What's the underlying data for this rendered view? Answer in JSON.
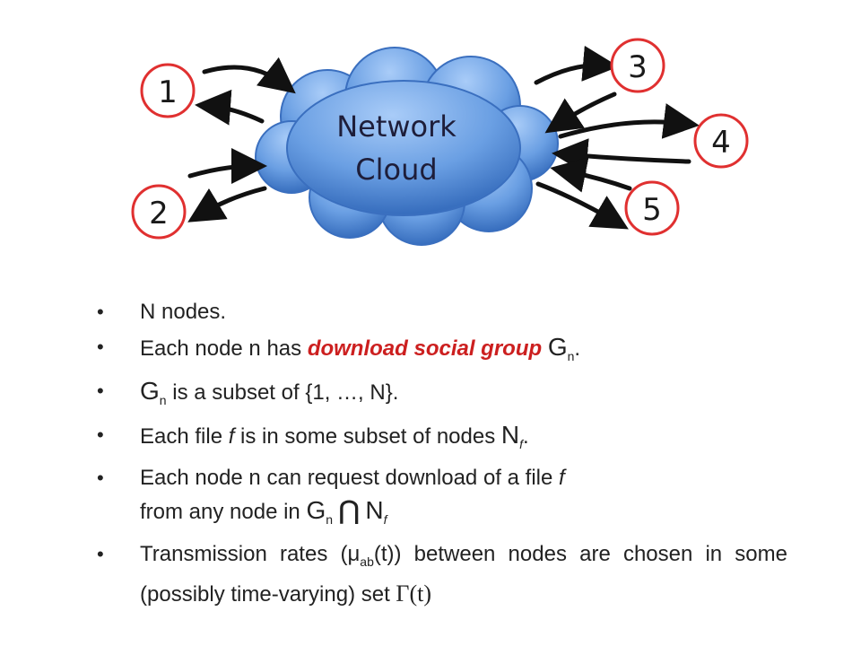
{
  "diagram": {
    "cloud_label_line1": "Network",
    "cloud_label_line2": "Cloud",
    "nodes": [
      "1",
      "2",
      "3",
      "4",
      "5"
    ],
    "colors": {
      "node_border": "#e03030",
      "cloud_light": "#9ec3f5",
      "cloud_dark": "#3c78c8",
      "arrow": "#111111"
    }
  },
  "bullets": {
    "b1": {
      "text": "N nodes."
    },
    "b2": {
      "prefix": "Each node n has ",
      "highlight": "download social group",
      "G": "G",
      "sub": "n",
      "suffix": "."
    },
    "b3": {
      "G": "G",
      "sub": "n",
      "text": " is a subset of {1, …, N}."
    },
    "b4": {
      "prefix": "Each file ",
      "f": "f",
      "mid": " is in some subset of nodes ",
      "N": "N",
      "sub": "f",
      "suffix": "."
    },
    "b5": {
      "prefix": "Each node n can request download of a file ",
      "f": "f",
      "line2": "from any node in ",
      "G": "G",
      "gsub": "n",
      "cap": "⋂",
      "N": "N",
      "nsub": "f"
    },
    "b6": {
      "prefix": "Transmission rates (μ",
      "sub": "ab",
      "mid": "(t)) between nodes are chosen in some (possibly time-varying) set ",
      "gamma": "Γ(t)"
    }
  }
}
